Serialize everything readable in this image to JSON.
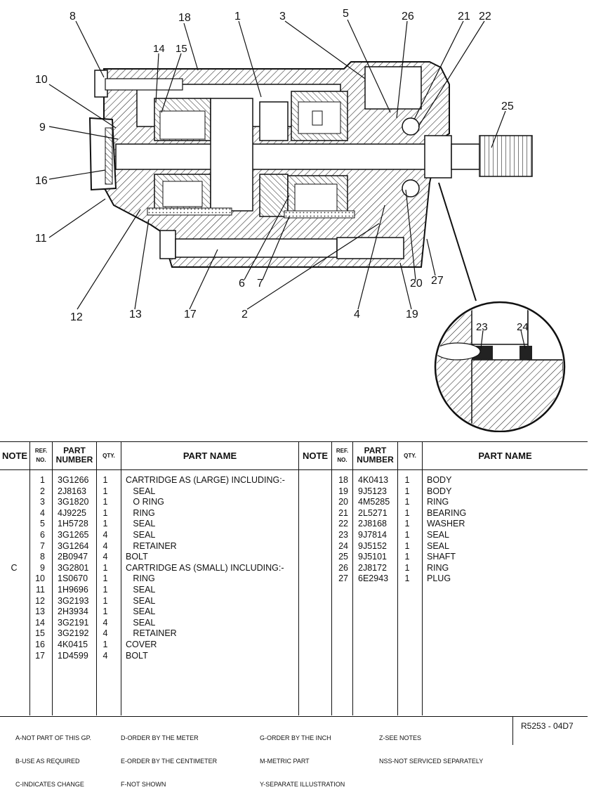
{
  "illustration": {
    "callouts": [
      "8",
      "18",
      "1",
      "3",
      "5",
      "26",
      "21",
      "22",
      "14",
      "15",
      "10",
      "9",
      "16",
      "11",
      "12",
      "13",
      "17",
      "6",
      "7",
      "2",
      "4",
      "19",
      "20",
      "27",
      "25",
      "23",
      "24"
    ]
  },
  "table": {
    "headers": {
      "note": "NOTE",
      "ref_no": "REF. NO.",
      "part_number": "PART NUMBER",
      "qty": "QTY.",
      "part_name": "PART NAME"
    },
    "left_rows": [
      {
        "note": "",
        "ref": "1",
        "part": "3G1266",
        "qty": "1",
        "name": "CARTRIDGE AS (LARGE) INCLUDING:-"
      },
      {
        "note": "",
        "ref": "2",
        "part": "2J8163",
        "qty": "1",
        "name": "   SEAL"
      },
      {
        "note": "",
        "ref": "3",
        "part": "3G1820",
        "qty": "1",
        "name": "   O RING"
      },
      {
        "note": "",
        "ref": "4",
        "part": "4J9225",
        "qty": "1",
        "name": "   RING"
      },
      {
        "note": "",
        "ref": "5",
        "part": "1H5728",
        "qty": "1",
        "name": "   SEAL"
      },
      {
        "note": "",
        "ref": "6",
        "part": "3G1265",
        "qty": "4",
        "name": "   SEAL"
      },
      {
        "note": "",
        "ref": "7",
        "part": "3G1264",
        "qty": "4",
        "name": "   RETAINER"
      },
      {
        "note": "",
        "ref": "8",
        "part": "2B0947",
        "qty": "4",
        "name": "BOLT"
      },
      {
        "note": "C",
        "ref": "9",
        "part": "3G2801",
        "qty": "1",
        "name": "CARTRIDGE AS (SMALL) INCLUDING:-"
      },
      {
        "note": "",
        "ref": "10",
        "part": "1S0670",
        "qty": "1",
        "name": "   RING"
      },
      {
        "note": "",
        "ref": "11",
        "part": "1H9696",
        "qty": "1",
        "name": "   SEAL"
      },
      {
        "note": "",
        "ref": "12",
        "part": "3G2193",
        "qty": "1",
        "name": "   SEAL"
      },
      {
        "note": "",
        "ref": "13",
        "part": "2H3934",
        "qty": "1",
        "name": "   SEAL"
      },
      {
        "note": "",
        "ref": "14",
        "part": "3G2191",
        "qty": "4",
        "name": "   SEAL"
      },
      {
        "note": "",
        "ref": "15",
        "part": "3G2192",
        "qty": "4",
        "name": "   RETAINER"
      },
      {
        "note": "",
        "ref": "16",
        "part": "4K0415",
        "qty": "1",
        "name": "COVER"
      },
      {
        "note": "",
        "ref": "17",
        "part": "1D4599",
        "qty": "4",
        "name": "BOLT"
      }
    ],
    "right_rows": [
      {
        "note": "",
        "ref": "18",
        "part": "4K0413",
        "qty": "1",
        "name": "BODY"
      },
      {
        "note": "",
        "ref": "19",
        "part": "9J5123",
        "qty": "1",
        "name": "BODY"
      },
      {
        "note": "",
        "ref": "20",
        "part": "4M5285",
        "qty": "1",
        "name": "RING"
      },
      {
        "note": "",
        "ref": "21",
        "part": "2L5271",
        "qty": "1",
        "name": "BEARING"
      },
      {
        "note": "",
        "ref": "22",
        "part": "2J8168",
        "qty": "1",
        "name": "WASHER"
      },
      {
        "note": "",
        "ref": "23",
        "part": "9J7814",
        "qty": "1",
        "name": "SEAL"
      },
      {
        "note": "",
        "ref": "24",
        "part": "9J5152",
        "qty": "1",
        "name": "SEAL"
      },
      {
        "note": "",
        "ref": "25",
        "part": "9J5101",
        "qty": "1",
        "name": "SHAFT"
      },
      {
        "note": "",
        "ref": "26",
        "part": "2J8172",
        "qty": "1",
        "name": "RING"
      },
      {
        "note": "",
        "ref": "27",
        "part": "6E2943",
        "qty": "1",
        "name": "PLUG"
      }
    ]
  },
  "footer": {
    "col1": [
      "A-NOT PART OF THIS GP.",
      "B-USE AS REQUIRED",
      "C-INDICATES CHANGE"
    ],
    "col2": [
      "D-ORDER BY THE METER",
      "E-ORDER BY THE CENTIMETER",
      "F-NOT SHOWN"
    ],
    "col3": [
      "G-ORDER BY THE INCH",
      "M-METRIC PART",
      "Y-SEPARATE ILLUSTRATION"
    ],
    "col4": [
      "Z-SEE NOTES",
      "NSS-NOT SERVICED SEPARATELY"
    ],
    "ref_code": "R5253 - 04D7"
  }
}
